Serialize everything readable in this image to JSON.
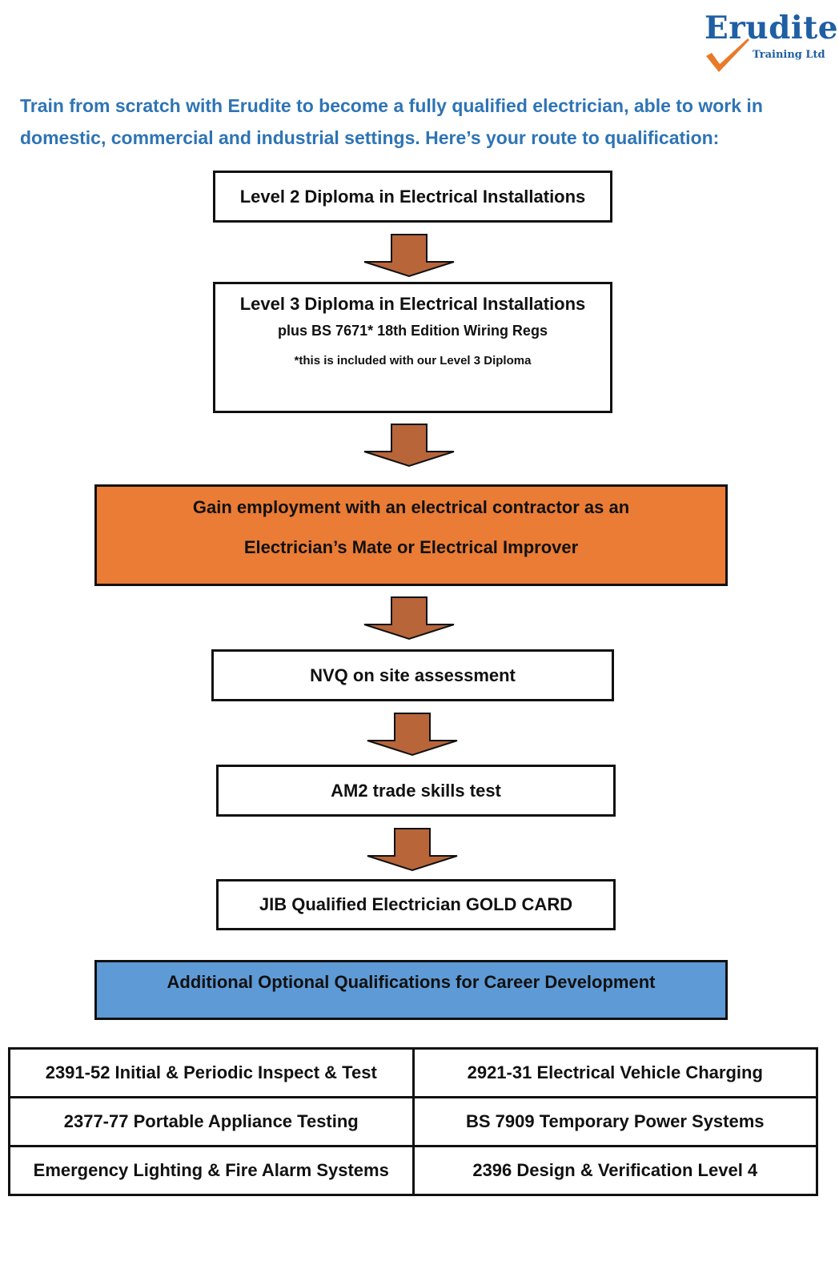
{
  "brand": {
    "name": "Erudite",
    "tagline": "Training Ltd",
    "color": "#1f5fa3",
    "check_color": "#e87a2a"
  },
  "intro": {
    "line1": "Train from scratch with Erudite to become a fully qualified electrician, able to work in",
    "line2": "domestic, commercial and industrial settings.  Here’s your route to qualification:"
  },
  "steps": {
    "level2": "Level 2 Diploma in Electrical Installations",
    "level3": {
      "title": "Level 3 Diploma in Electrical Installations",
      "subtitle": "plus BS 7671* 18th Edition Wiring Regs",
      "note": "*this is included with our Level 3 Diploma"
    },
    "employment": {
      "line1": "Gain employment with an electrical contractor as an",
      "line2": "Electrician’s Mate or Electrical Improver"
    },
    "nvq": "NVQ on site assessment",
    "am2": "AM2 trade skills test",
    "jib": "JIB Qualified Electrician GOLD CARD"
  },
  "additional": {
    "heading": "Additional Optional Qualifications for Career Development",
    "rows": [
      [
        "2391-52 Initial & Periodic Inspect & Test",
        "2921-31 Electrical Vehicle Charging"
      ],
      [
        "2377-77 Portable Appliance Testing",
        "BS 7909 Temporary Power Systems"
      ],
      [
        "Emergency Lighting & Fire Alarm Systems",
        "2396 Design & Verification Level 4"
      ]
    ]
  },
  "colors": {
    "intro_text": "#2e74b5",
    "employment_fill": "#eb7c35",
    "additional_fill": "#5e9ad6",
    "arrow_fill": "#b8653a"
  },
  "icons": {
    "logo_check": "check-mark-icon",
    "flow_arrow": "down-arrow-icon"
  }
}
